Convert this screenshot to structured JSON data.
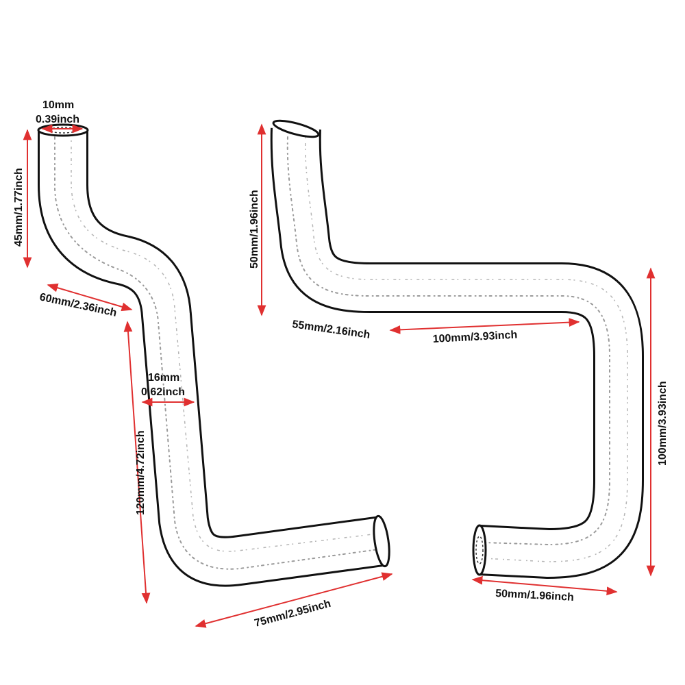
{
  "colors": {
    "dimension_line": "#e03030",
    "hose_outline": "#111111",
    "background": "#ffffff"
  },
  "hose_left": {
    "inner_diameter_mm": "10mm",
    "inner_diameter_inch": "0.39inch",
    "top_height": "45mm/1.77inch",
    "diagonal_length": "60mm/2.36inch",
    "outer_diameter_mm": "16mm",
    "outer_diameter_inch": "0.62inch",
    "main_height": "120mm/4.72inch",
    "bottom_length": "75mm/2.95inch"
  },
  "hose_right": {
    "top_height": "50mm/1.96inch",
    "diagonal_length": "55mm/2.16inch",
    "middle_length": "100mm/3.93inch",
    "right_height": "100mm/3.93inch",
    "bottom_length": "50mm/1.96inch"
  }
}
